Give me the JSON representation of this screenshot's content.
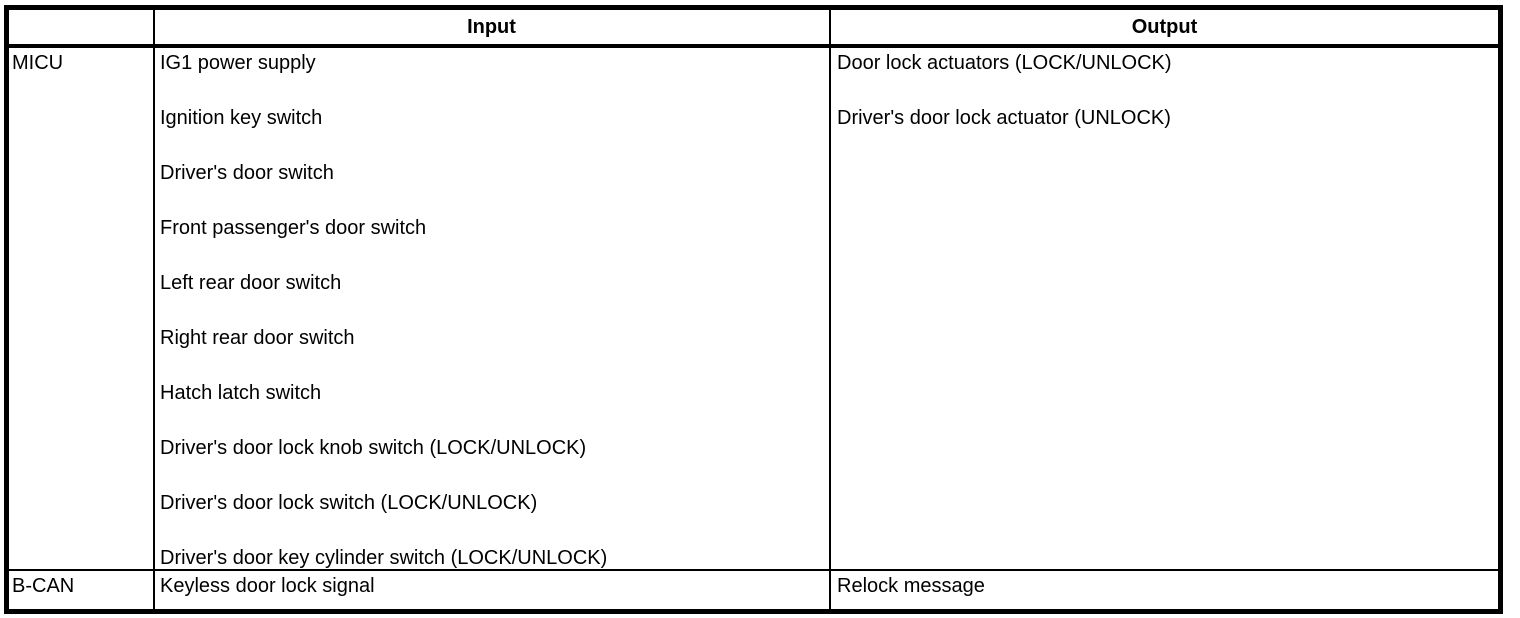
{
  "table": {
    "header": {
      "source": "",
      "input": "Input",
      "output": "Output"
    },
    "rows": [
      {
        "source": "MICU",
        "inputs": [
          "IG1 power supply",
          "Ignition key switch",
          "Driver's door switch",
          "Front passenger's door switch",
          "Left rear door switch",
          "Right rear door switch",
          "Hatch latch switch",
          "Driver's door lock knob switch (LOCK/UNLOCK)",
          "Driver's door lock switch (LOCK/UNLOCK)",
          "Driver's door key cylinder switch (LOCK/UNLOCK)"
        ],
        "outputs": [
          "Door lock actuators (LOCK/UNLOCK)",
          "Driver's door lock actuator (UNLOCK)"
        ]
      },
      {
        "source": "B-CAN",
        "inputs": [
          "Keyless door lock signal"
        ],
        "outputs": [
          "Relock message"
        ]
      }
    ]
  },
  "colors": {
    "border": "#000000",
    "background": "#ffffff",
    "text": "#000000"
  }
}
